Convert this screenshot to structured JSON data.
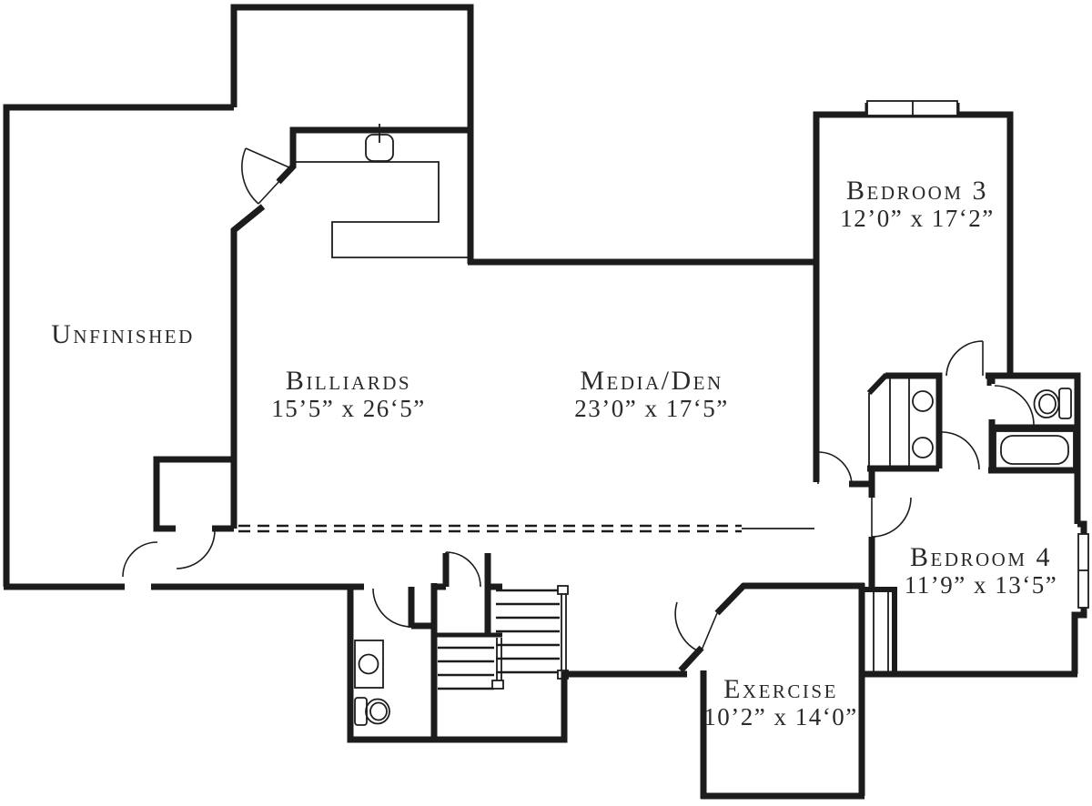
{
  "plan": {
    "type": "floor-plan",
    "colors": {
      "wall": "#1c1c1c",
      "background": "#ffffff",
      "text": "#2a2a2a"
    },
    "rooms": [
      {
        "id": "unfinished",
        "name": "Unfinished",
        "dims": ""
      },
      {
        "id": "billiards",
        "name": "Billiards",
        "dims": "15’5” x 26‘5”"
      },
      {
        "id": "media-den",
        "name": "Media/Den",
        "dims": "23’0” x 17‘5”"
      },
      {
        "id": "bedroom-3",
        "name": "Bedroom 3",
        "dims": "12’0” x 17‘2”"
      },
      {
        "id": "bedroom-4",
        "name": "Bedroom 4",
        "dims": "11’9” x 13‘5”"
      },
      {
        "id": "exercise",
        "name": "Exercise",
        "dims": "10’2” x 14‘0”"
      }
    ],
    "fixtures": [
      "wet-bar-counter-with-sink",
      "double-sink-vanity",
      "toilet",
      "bathtub",
      "vanity-with-sink",
      "toilet",
      "u-shaped-staircase",
      "closet",
      "window-bedroom3",
      "window-bedroom4",
      "window-bay",
      "ceiling-break-dashed-line"
    ]
  }
}
